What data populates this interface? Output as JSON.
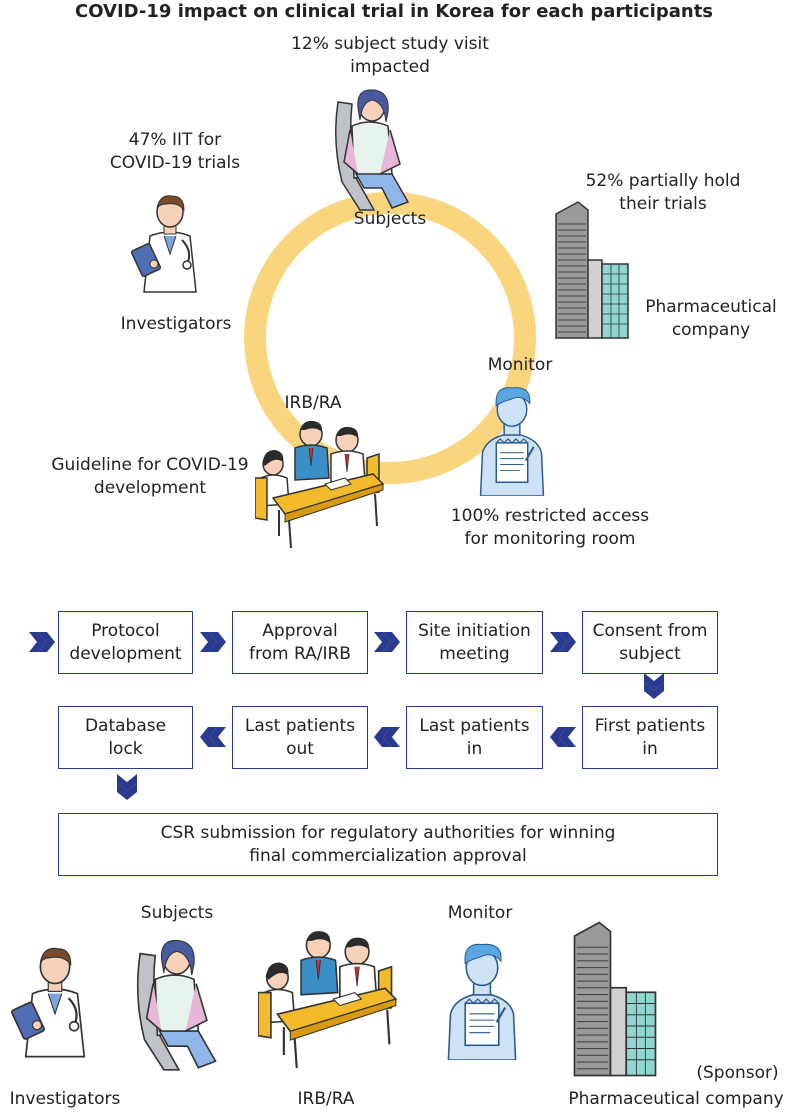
{
  "title": "COVID-19 impact on clinical trial in Korea for each participants",
  "top": {
    "subjects_stat": [
      "12% subject study visit",
      "impacted"
    ],
    "subjects_label": "Subjects",
    "investigators_stat": [
      "47% IIT for",
      "COVID-19 trials"
    ],
    "investigators_label": "Investigators",
    "pharma_stat": [
      "52% partially hold",
      "their trials"
    ],
    "pharma_label": [
      "Pharmaceutical",
      "company"
    ],
    "monitor_label": "Monitor",
    "monitor_stat": [
      "100% restricted access",
      "for monitoring room"
    ],
    "irb_label": "IRB/RA",
    "irb_stat": [
      "Guideline for COVID-19",
      "development"
    ]
  },
  "flow": {
    "row1": [
      [
        "Protocol",
        "development"
      ],
      [
        "Approval",
        "from RA/IRB"
      ],
      [
        "Site initiation",
        "meeting"
      ],
      [
        "Consent from",
        "subject"
      ]
    ],
    "row2": [
      [
        "Database",
        "lock"
      ],
      [
        "Last patients",
        "out"
      ],
      [
        "Last patients",
        "in"
      ],
      [
        "First patients",
        "in"
      ]
    ],
    "final": [
      "CSR submission for regulatory authorities for winning",
      "final commercialization approval"
    ]
  },
  "bottom": {
    "investigators": "Investigators",
    "subjects": "Subjects",
    "irb": "IRB/RA",
    "monitor": "Monitor",
    "sponsor": "(Sponsor)",
    "pharma": "Pharmaceutical company"
  },
  "colors": {
    "ring": "#f9d67e",
    "arrow": "#2a3a8f",
    "box_border": "#2a3a8f",
    "table": "#f3bb2c"
  }
}
